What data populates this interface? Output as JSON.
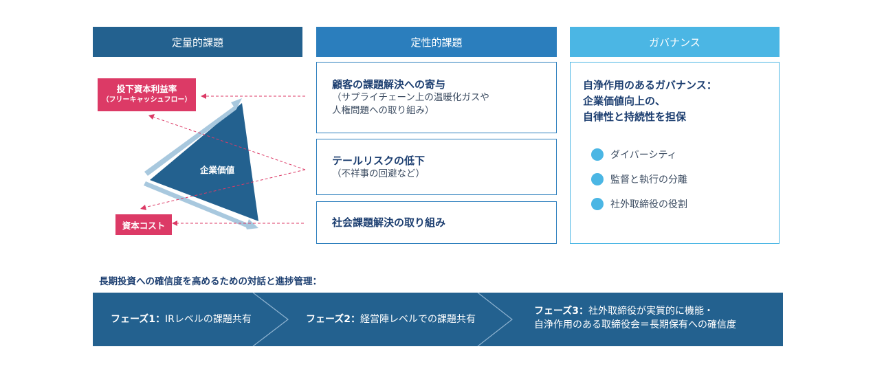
{
  "headers": {
    "quantitative": "定量的課題",
    "qualitative": "定性的課題",
    "governance": "ガバナンス"
  },
  "left_diagram": {
    "roic_label": "投下資本利益率",
    "roic_sub": "（フリーキャッシュフロー）",
    "triangle_label": "企業価値",
    "cost_label": "資本コスト"
  },
  "qualitative_items": [
    {
      "title": "顧客の課題解決への寄与",
      "sub": "（サプライチェーン上の温暖化ガスや",
      "sub2": "人権問題への取り組み）"
    },
    {
      "title": "テールリスクの低下",
      "sub": "（不祥事の回避など）"
    },
    {
      "title": "社会課題解決の取り組み"
    }
  ],
  "governance": {
    "main_line1": "自浄作用のあるガバナンス：",
    "main_line2": "企業価値向上の、",
    "main_line3": "自律性と持続性を担保",
    "items": [
      "ダイバーシティ",
      "監督と執行の分離",
      "社外取締役の役割"
    ]
  },
  "dialogue_title": "長期投資への確信度を高めるための対話と進捗管理：",
  "phases": [
    {
      "label": "フェーズ1：",
      "text": "IRレベルの課題共有"
    },
    {
      "label": "フェーズ2：",
      "text": "経営陣レベルでの課題共有"
    },
    {
      "label": "フェーズ3：",
      "text": "社外取締役が実質的に機能・",
      "text2": "自浄作用のある取締役会＝長期保有への確信度"
    }
  ],
  "colors": {
    "dark_blue": "#23618f",
    "mid_blue": "#2b7ebd",
    "light_blue": "#4bb6e4",
    "accent_red": "#dc3a66",
    "arrow_light": "#a8c8de"
  }
}
